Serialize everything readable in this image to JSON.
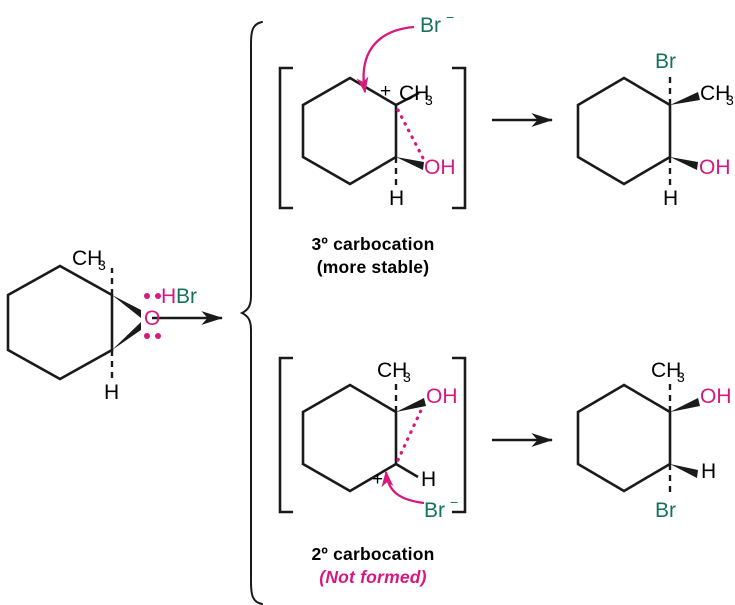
{
  "diagram": {
    "title": "Epoxide ring opening with HBr via carbocation intermediates",
    "type": "reaction-mechanism"
  },
  "colors": {
    "bond_black": "#1a1a1a",
    "oxygen_pink": "#D6197D",
    "bromine_green": "#16735A",
    "arrow_pink": "#D6197D",
    "text_black": "#000000"
  },
  "reagent": {
    "h_label": "H",
    "br_label": "Br"
  },
  "starting_material": {
    "methyl_label": "CH",
    "methyl_sub": "3",
    "oxygen_label": "O",
    "hydrogen_label": "H"
  },
  "top_pathway": {
    "nucleophile_label": "Br",
    "nucleophile_charge": "−",
    "carbocation": {
      "plus": "+",
      "methyl_label": "CH",
      "methyl_sub": "3",
      "hydroxyl_label": "OH",
      "hydrogen_label": "H"
    },
    "caption_line1": "3º carbocation",
    "caption_line2": "(more stable)",
    "product": {
      "bromine_label": "Br",
      "methyl_label": "CH",
      "methyl_sub": "3",
      "hydroxyl_label": "OH",
      "hydrogen_label": "H"
    }
  },
  "bottom_pathway": {
    "nucleophile_label": "Br",
    "nucleophile_charge": "−",
    "carbocation": {
      "plus": "+",
      "methyl_label": "CH",
      "methyl_sub": "3",
      "hydroxyl_label": "OH",
      "hydrogen_label": "H"
    },
    "caption_line1": "2º carbocation",
    "caption_line2": "(Not formed)",
    "product": {
      "methyl_label": "CH",
      "methyl_sub": "3",
      "hydroxyl_label": "OH",
      "hydrogen_label": "H",
      "bromine_label": "Br"
    }
  }
}
